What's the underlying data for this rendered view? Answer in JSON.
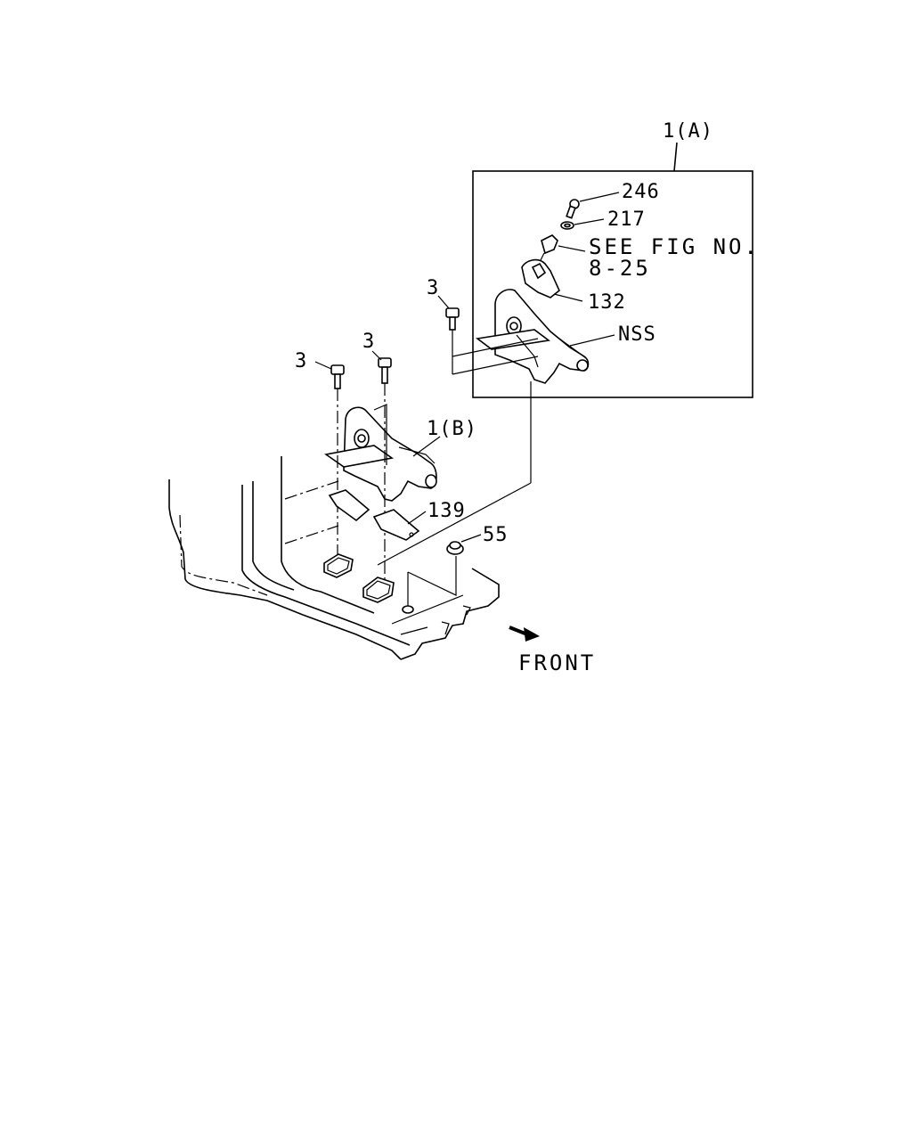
{
  "callouts": {
    "assembly_a": "1(A)",
    "assembly_b": "1(B)",
    "bolt_box": "3",
    "bolt_left": "3",
    "bolt_mid": "3",
    "screw": "246",
    "washer": "217",
    "see_fig_line1": "SEE FIG NO.",
    "see_fig_line2": "8-25",
    "cover": "132",
    "nss": "NSS",
    "bracket_plate": "139",
    "grommet": "55",
    "front": "FRONT"
  }
}
